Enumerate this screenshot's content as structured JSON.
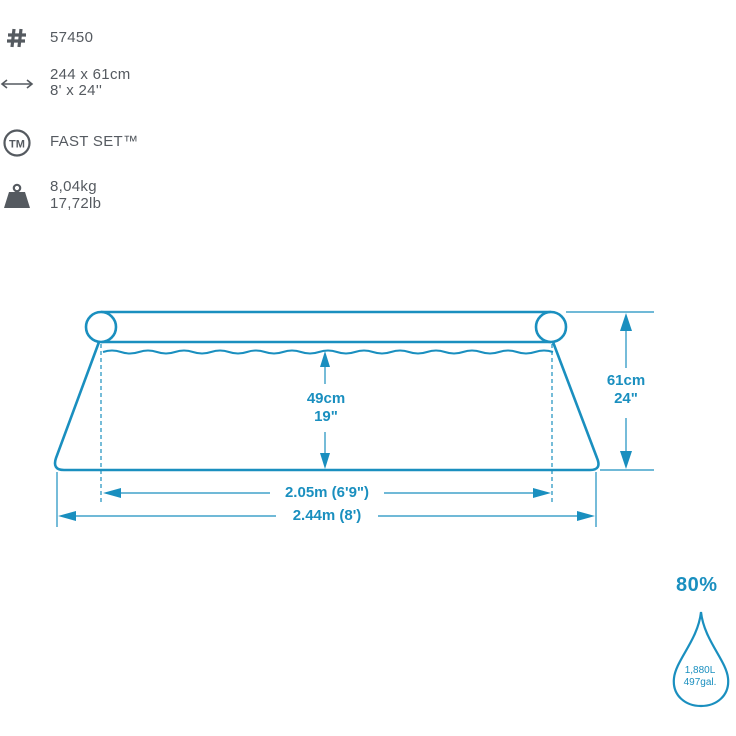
{
  "specs": [
    {
      "icon": "hash-icon",
      "lines": [
        "57450"
      ]
    },
    {
      "icon": "double-arrow-icon",
      "lines": [
        "244 x 61cm",
        "8' x 24''"
      ]
    },
    {
      "icon": "trademark-icon",
      "lines": [
        "FAST SET™"
      ]
    },
    {
      "icon": "weight-icon",
      "lines": [
        "8,04kg",
        "17,72lb"
      ]
    }
  ],
  "diagram": {
    "color": "#1a8fbf",
    "water_depth": [
      "49cm",
      "19\""
    ],
    "height": [
      "61cm",
      "24\""
    ],
    "inner_width": "2.05m (6'9\")",
    "outer_width": "2.44m (8')"
  },
  "capacity": {
    "fill_percent": "80%",
    "liters": "1,880L",
    "gallons": "497gal."
  }
}
